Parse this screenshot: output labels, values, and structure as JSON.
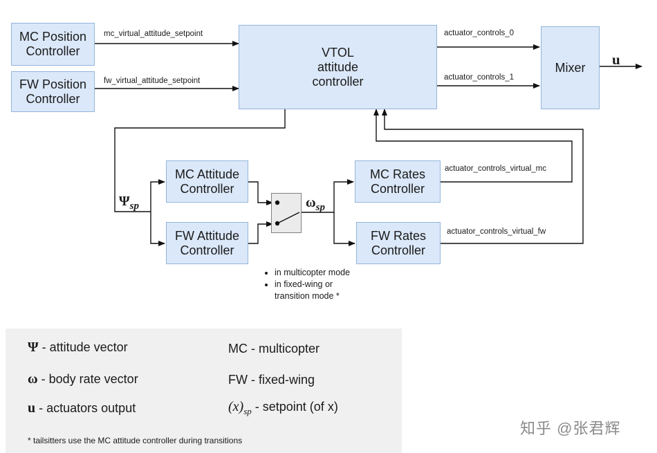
{
  "boxes": {
    "mc_position": "MC Position\nController",
    "fw_position": "FW Position\nController",
    "vtol": "VTOL\nattitude\ncontroller",
    "mixer": "Mixer",
    "mc_attitude": "MC Attitude\nController",
    "fw_attitude": "FW Attitude\nController",
    "mc_rates": "MC Rates\nController",
    "fw_rates": "FW Rates\nController"
  },
  "signals": {
    "mc_setpoint": "mc_virtual_attitude_setpoint",
    "fw_setpoint": "fw_virtual_attitude_setpoint",
    "ac0": "actuator_controls_0",
    "ac1": "actuator_controls_1",
    "virtual_mc": "actuator_controls_virtual_mc",
    "virtual_fw": "actuator_controls_virtual_fw",
    "u": "u",
    "psi": "Ψ",
    "psi_sub": "sp",
    "omega": "ω",
    "omega_sub": "sp"
  },
  "switch_notes": [
    "in multicopter mode",
    "in fixed-wing or transition mode *"
  ],
  "legend": {
    "psi_sym": "Ψ",
    "psi_text": " - attitude vector",
    "omega_sym": "ω",
    "omega_text": " - body rate vector",
    "u_sym": "u",
    "u_text": " - actuators output",
    "mc_text": "MC - multicopter",
    "fw_text": "FW - fixed-wing",
    "sp_sym": "(x)",
    "sp_sub": "sp",
    "sp_text": " - setpoint (of x)"
  },
  "footnote": "* tailsitters use the MC attitude controller during transitions",
  "watermark": "知乎 @张君辉"
}
